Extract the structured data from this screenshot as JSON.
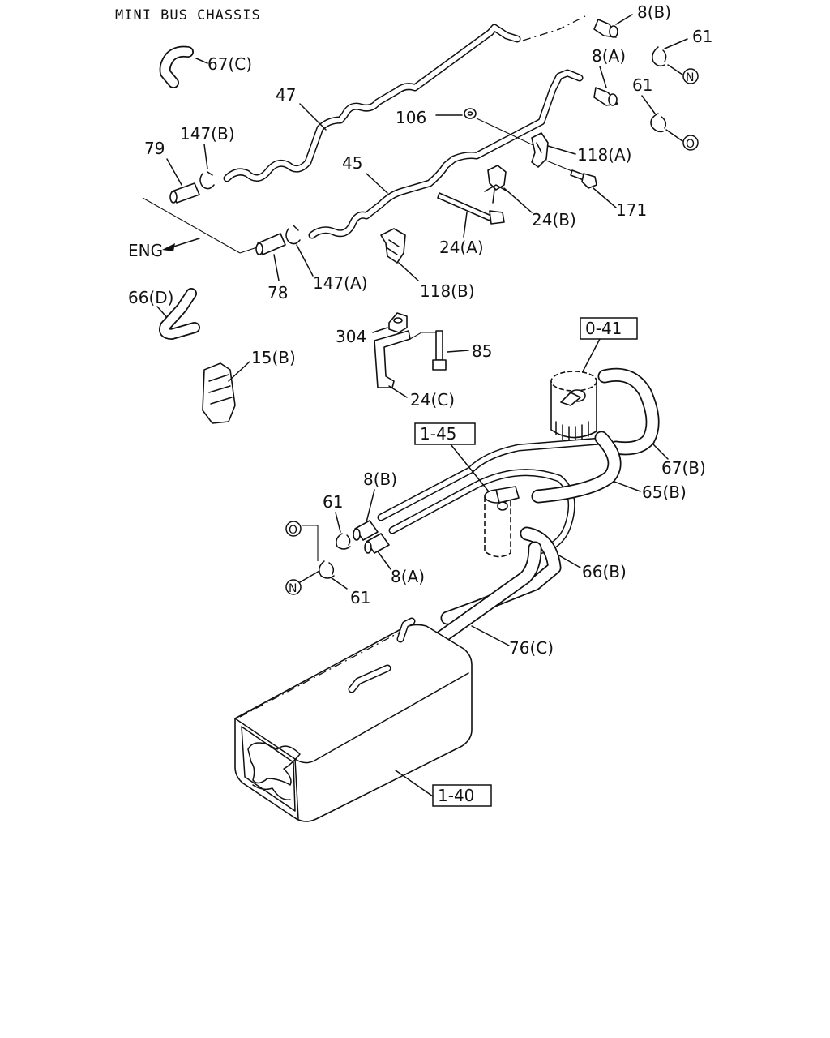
{
  "title": "MINI BUS CHASSIS",
  "labels": {
    "p8b_top": "8(B)",
    "p61_top": "61",
    "n_top": "N",
    "p67c": "67(C)",
    "p8a_top": "8(A)",
    "p61_mid": "61",
    "o_top": "O",
    "p47": "47",
    "p106": "106",
    "p118a": "118(A)",
    "p79": "79",
    "p147b": "147(B)",
    "p45": "45",
    "p171": "171",
    "p24b": "24(B)",
    "p24a": "24(A)",
    "eng": "ENG",
    "p78": "78",
    "p147a": "147(A)",
    "p118b": "118(B)",
    "p66d": "66(D)",
    "p304": "304",
    "p85": "85",
    "p15b": "15(B)",
    "p24c": "24(C)",
    "ref_041": "0-41",
    "ref_145": "1-45",
    "p67b": "67(B)",
    "p65b": "65(B)",
    "p8b_low": "8(B)",
    "p61_low": "61",
    "o_low": "O",
    "n_low": "N",
    "p8a_low": "8(A)",
    "p61_bot": "61",
    "p66b": "66(B)",
    "p76c": "76(C)",
    "ref_140": "1-40"
  }
}
